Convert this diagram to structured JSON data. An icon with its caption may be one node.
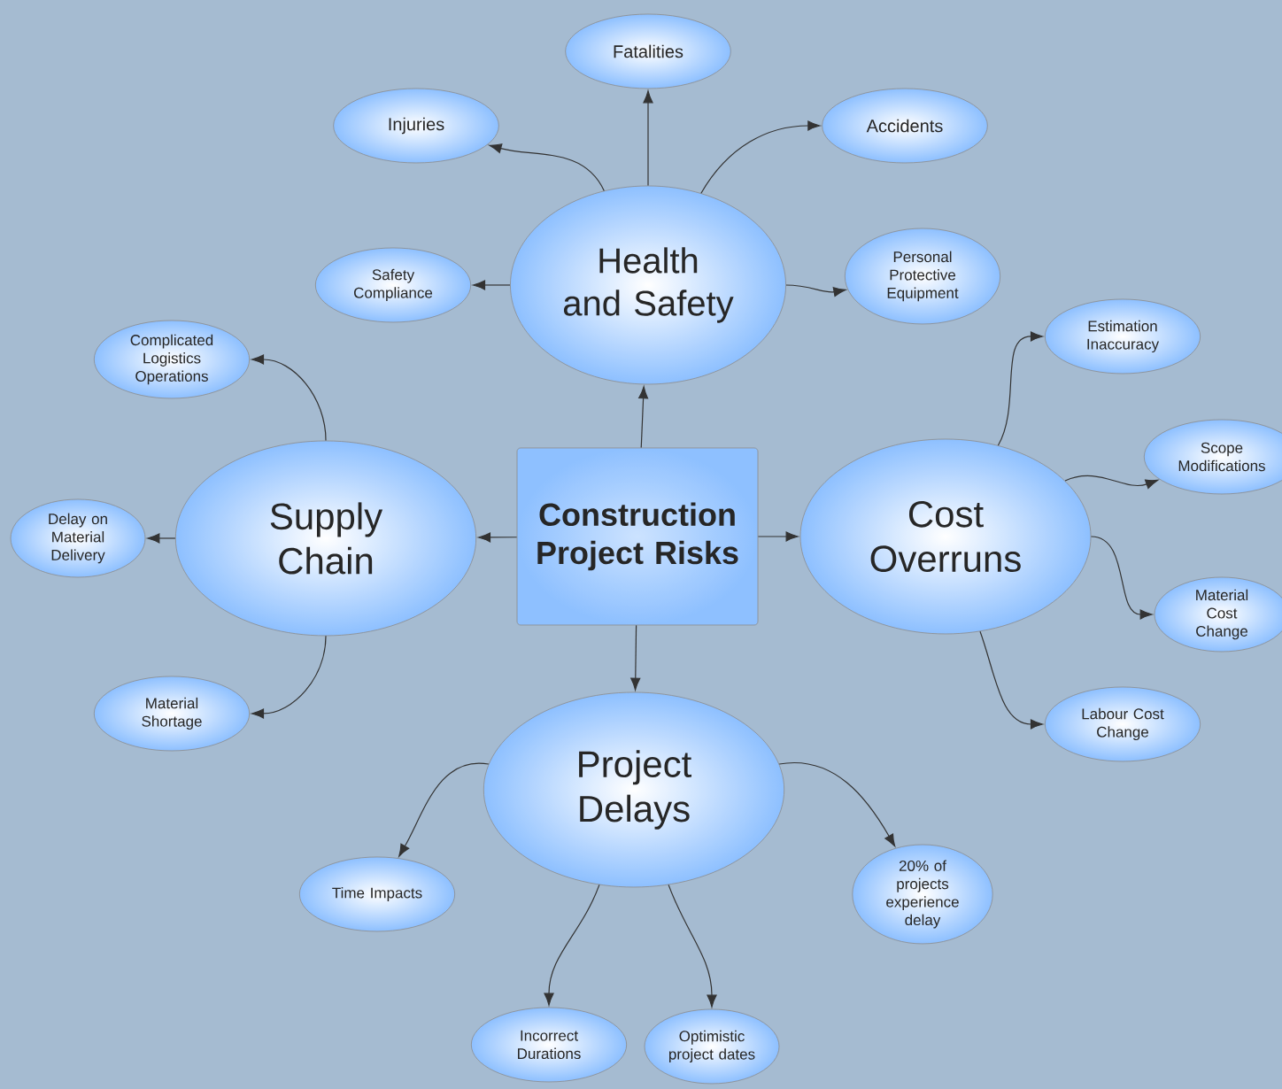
{
  "diagram": {
    "nodes": [
      {
        "text": [
          "Construction Project Risks"
        ]
      },
      {
        "text": [
          "Health and Safety"
        ]
      },
      {
        "text": [
          "Fatalities"
        ]
      },
      {
        "text": [
          "Injuries"
        ]
      },
      {
        "text": [
          "Accidents"
        ]
      },
      {
        "text": [
          "Safety Compliance"
        ]
      },
      {
        "text": [
          "Personal Protective Equipment"
        ]
      },
      {
        "text": [
          "Supply Chain"
        ]
      },
      {
        "text": [
          "Complicated Logistics Operations"
        ]
      },
      {
        "text": [
          "Delay on Material Delivery"
        ]
      },
      {
        "text": [
          "Material Shortage"
        ]
      },
      {
        "text": [
          "Cost Overruns"
        ]
      },
      {
        "text": [
          "Estimation Inaccuracy"
        ]
      },
      {
        "text": [
          "Scope Modifications"
        ]
      },
      {
        "text": [
          "Material Cost Change"
        ]
      },
      {
        "text": [
          "Labour Cost Change"
        ]
      },
      {
        "text": [
          "Project Delays"
        ]
      },
      {
        "text": [
          "Time Impacts"
        ]
      },
      {
        "text": [
          "Incorrect Durations"
        ]
      },
      {
        "text": [
          "Optimistic project dates"
        ]
      },
      {
        "text": [
          "20% of projects experience delay"
        ]
      }
    ],
    "edges": [
      {
        "from": 0,
        "to": 1,
        "arrow": "to"
      },
      {
        "from": 0,
        "to": 7,
        "arrow": "to"
      },
      {
        "from": 0,
        "to": 11,
        "arrow": "to"
      },
      {
        "from": 0,
        "to": 16,
        "arrow": "to"
      },
      {
        "from": 1,
        "to": 2,
        "arrow": "to"
      },
      {
        "from": 1,
        "to": 3,
        "arrow": "to"
      },
      {
        "from": 1,
        "to": 4,
        "arrow": "to"
      },
      {
        "from": 1,
        "to": 5,
        "arrow": "to"
      },
      {
        "from": 1,
        "to": 6,
        "arrow": "to"
      },
      {
        "from": 7,
        "to": 8,
        "arrow": "to"
      },
      {
        "from": 7,
        "to": 9,
        "arrow": "to"
      },
      {
        "from": 7,
        "to": 10,
        "arrow": "to"
      },
      {
        "from": 11,
        "to": 12,
        "arrow": "to"
      },
      {
        "from": 11,
        "to": 13,
        "arrow": "to"
      },
      {
        "from": 11,
        "to": 14,
        "arrow": "to"
      },
      {
        "from": 11,
        "to": 15,
        "arrow": "to"
      },
      {
        "from": 16,
        "to": 17,
        "arrow": "to"
      },
      {
        "from": 16,
        "to": 18,
        "arrow": "to"
      },
      {
        "from": 16,
        "to": 19,
        "arrow": "to"
      },
      {
        "from": 16,
        "to": 20,
        "arrow": "to"
      }
    ]
  }
}
